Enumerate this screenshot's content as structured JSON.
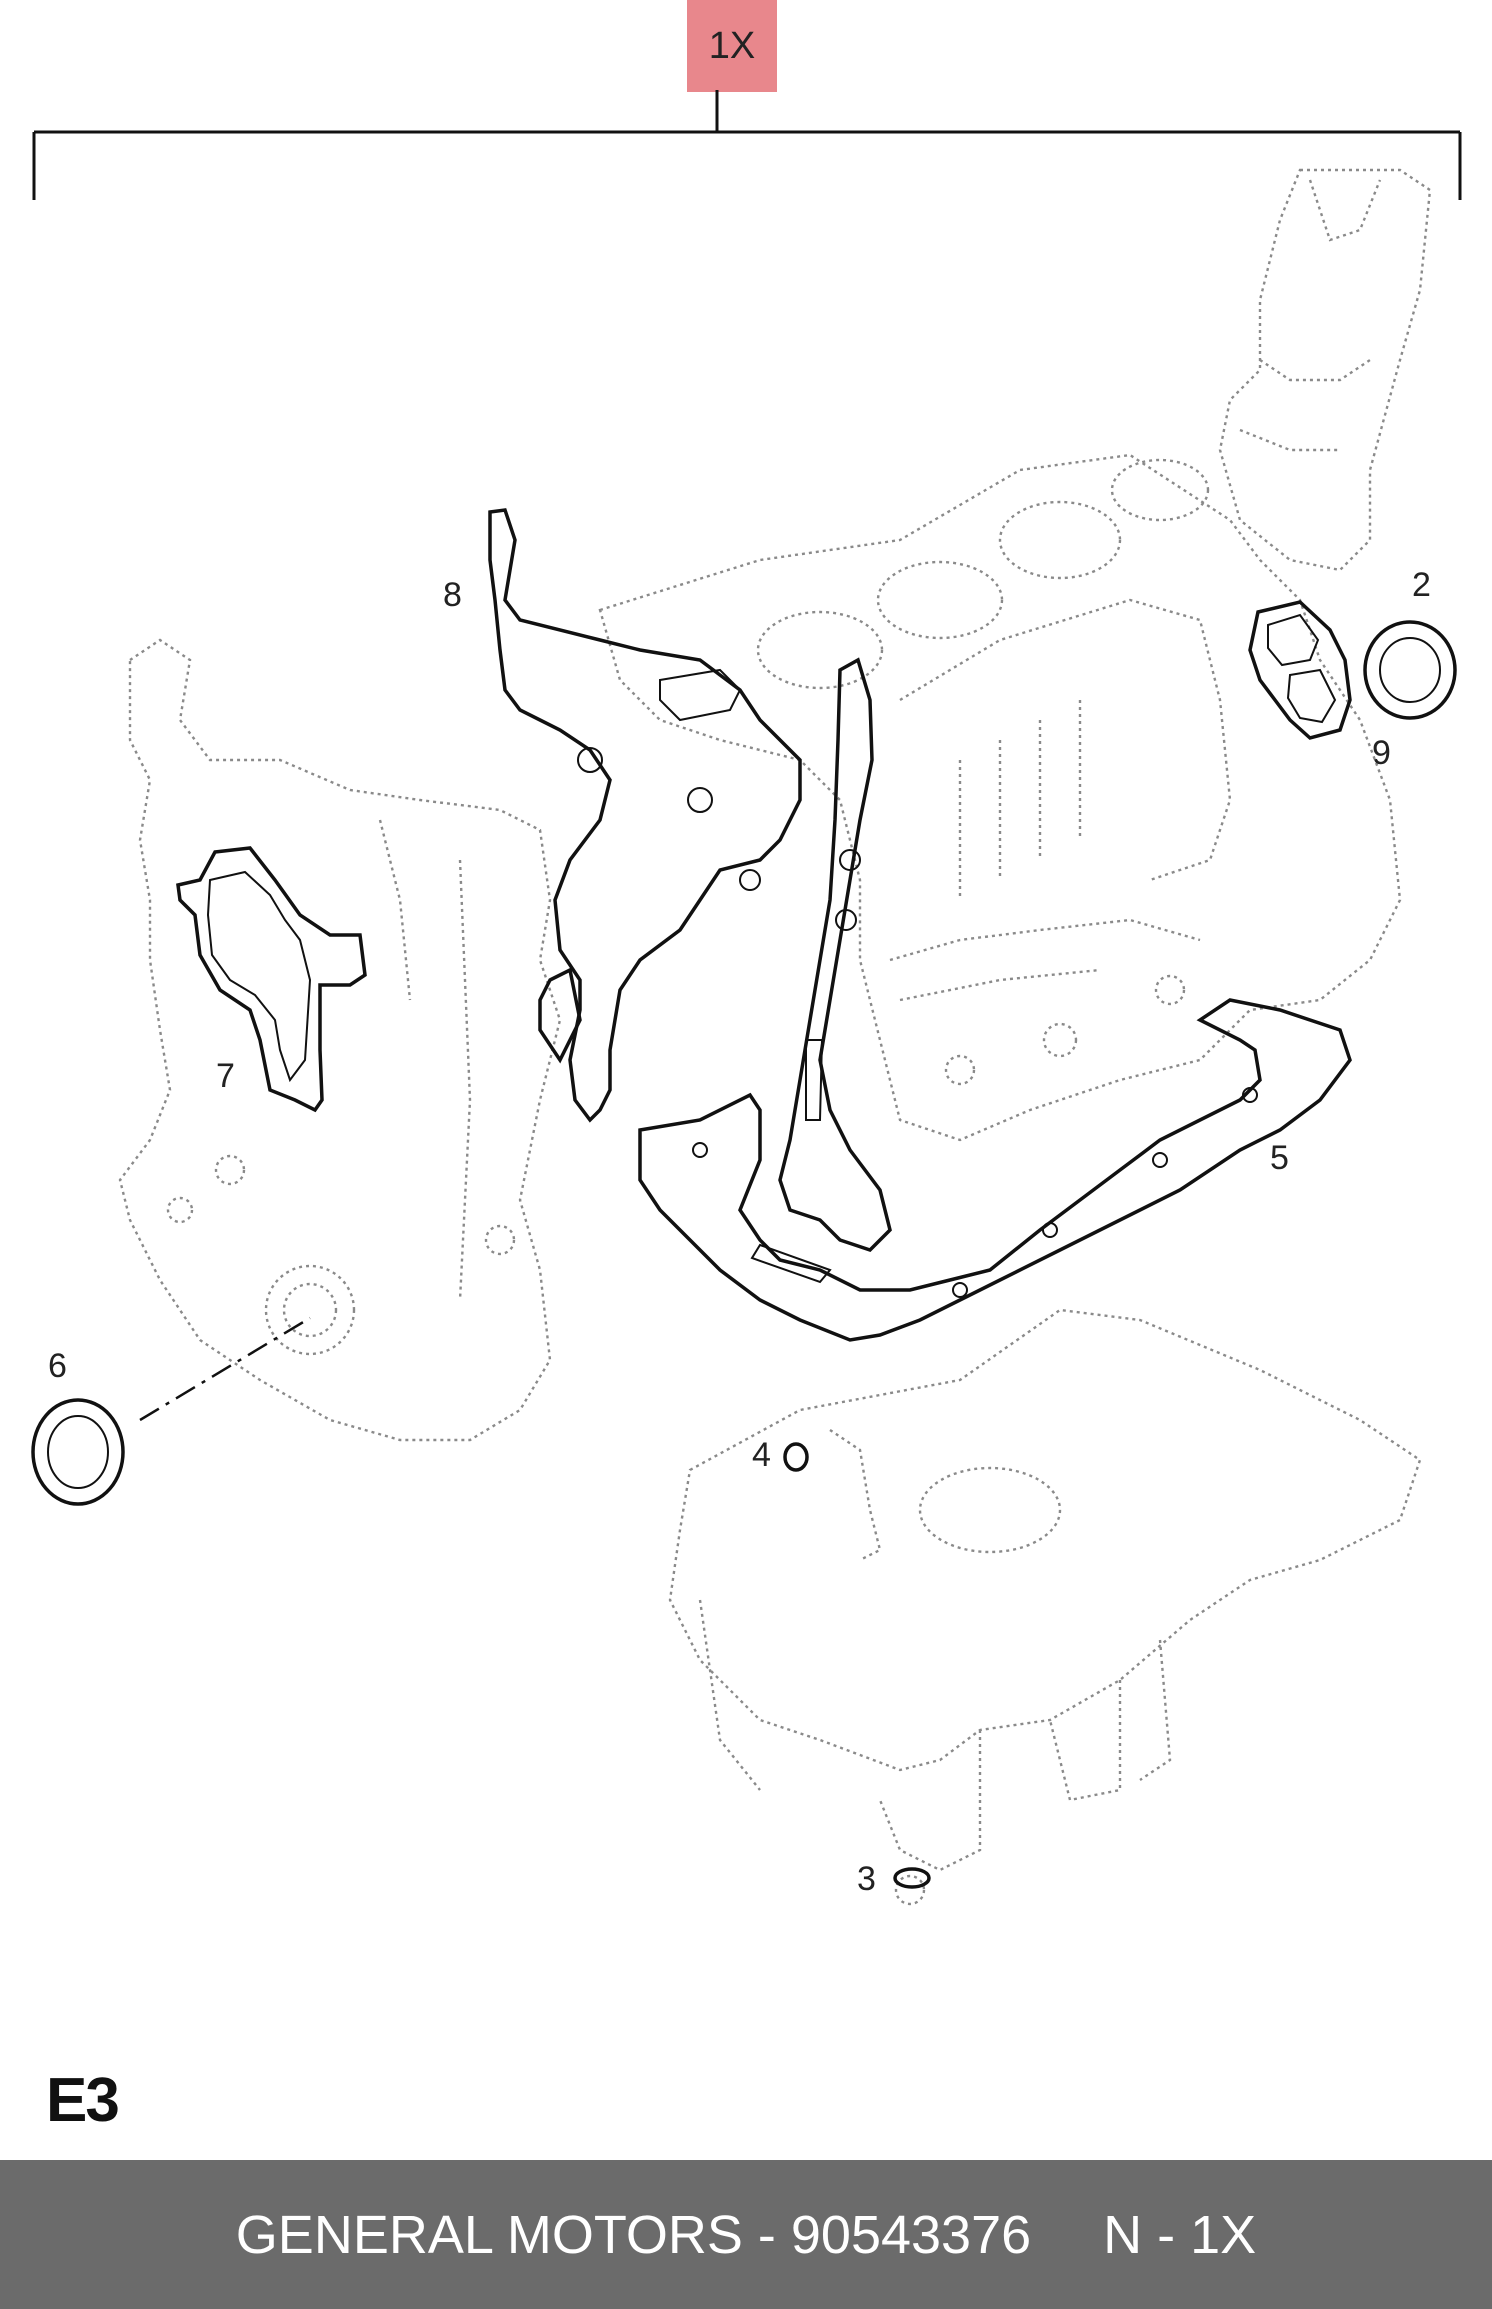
{
  "quantity_tag": "1X",
  "callouts": [
    "1X",
    "2",
    "3",
    "4",
    "5",
    "6",
    "7",
    "8",
    "9"
  ],
  "labels": {
    "n2": "2",
    "n3": "3",
    "n4": "4",
    "n5": "5",
    "n6": "6",
    "n7": "7",
    "n8": "8",
    "n9": "9"
  },
  "section_code": "E3",
  "footer": {
    "brand_part": "GENERAL MOTORS - 90543376",
    "quantity": "N - 1X"
  }
}
